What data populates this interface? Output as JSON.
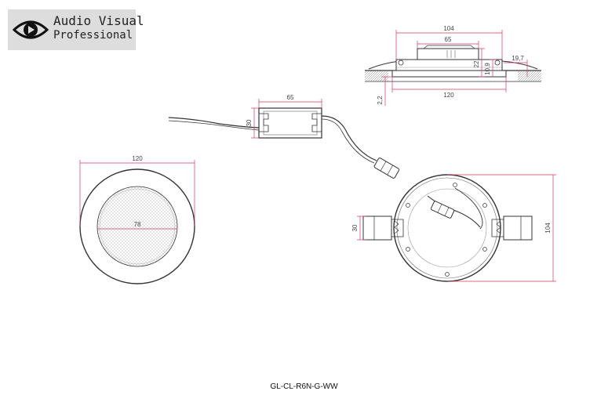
{
  "brand": {
    "line1": "Audio Visual",
    "line2": "Professional",
    "logo_icon": "eye-logo-icon"
  },
  "model_code": "GL-CL-R6N-G-WW",
  "dimensions": {
    "side_total_width": "104",
    "side_driver_width": "65",
    "side_height_22": "22",
    "side_height_10_9": "10,9",
    "side_flange": "19,7",
    "side_flange_thickness": "2,2",
    "side_panel_width": "120",
    "driver_length": "65",
    "driver_height": "30",
    "front_outer_diameter": "120",
    "front_inner_diameter": "78",
    "back_clip_height": "30",
    "back_cutout_diameter": "104"
  },
  "colors": {
    "dimension_line": "#d9365e",
    "drawing_line": "#333333",
    "logo_bg": "#dddddd"
  }
}
